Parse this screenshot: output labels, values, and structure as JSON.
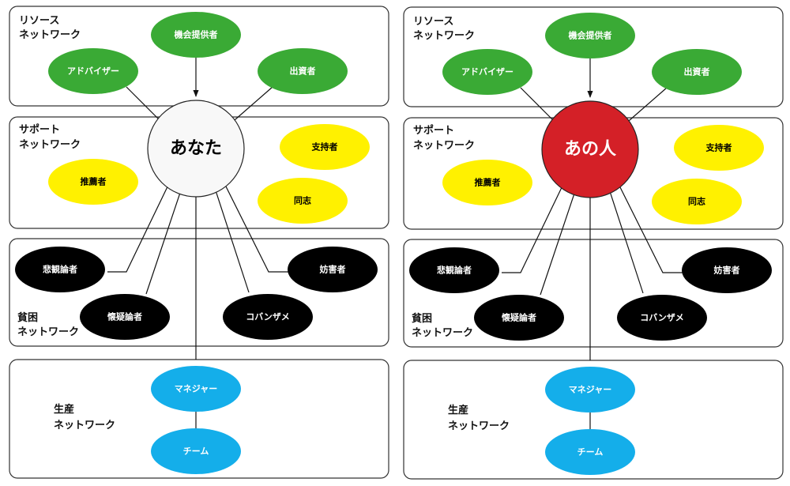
{
  "diagrams": [
    {
      "center": {
        "label": "あなた",
        "fill": "#f8f8f8",
        "text_color": "#000000"
      },
      "networks": {
        "resource": {
          "line1": "リソース",
          "line2": "ネットワーク"
        },
        "support": {
          "line1": "サポート",
          "line2": "ネットワーク"
        },
        "poverty": {
          "line1": "貧困",
          "line2": "ネットワーク"
        },
        "production": {
          "line1": "生産",
          "line2": "ネットワーク"
        }
      },
      "nodes": {
        "opportunity": "機会提供者",
        "advisor": "アドバイザー",
        "investor": "出資者",
        "supporter": "支持者",
        "recommender": "推薦者",
        "comrade": "同志",
        "pessimist": "悲観論者",
        "obstructer": "妨害者",
        "skeptic": "懐疑論者",
        "remora": "コバンザメ",
        "manager": "マネジャー",
        "team": "チーム"
      }
    },
    {
      "center": {
        "label": "あの人",
        "fill": "#d42027",
        "text_color": "#ffffff"
      },
      "networks": {
        "resource": {
          "line1": "リソース",
          "line2": "ネットワーク"
        },
        "support": {
          "line1": "サポート",
          "line2": "ネットワーク"
        },
        "poverty": {
          "line1": "貧困",
          "line2": "ネットワーク"
        },
        "production": {
          "line1": "生産",
          "line2": "ネットワーク"
        }
      },
      "nodes": {
        "opportunity": "機会提供者",
        "advisor": "アドバイザー",
        "investor": "出資者",
        "supporter": "支持者",
        "recommender": "推薦者",
        "comrade": "同志",
        "pessimist": "悲観論者",
        "obstructer": "妨害者",
        "skeptic": "懐疑論者",
        "remora": "コバンザメ",
        "manager": "マネジャー",
        "team": "チーム"
      }
    }
  ],
  "colors": {
    "resource_node": "#3aaa35",
    "support_node": "#fff100",
    "poverty_node": "#000000",
    "production_node": "#14aeea"
  }
}
